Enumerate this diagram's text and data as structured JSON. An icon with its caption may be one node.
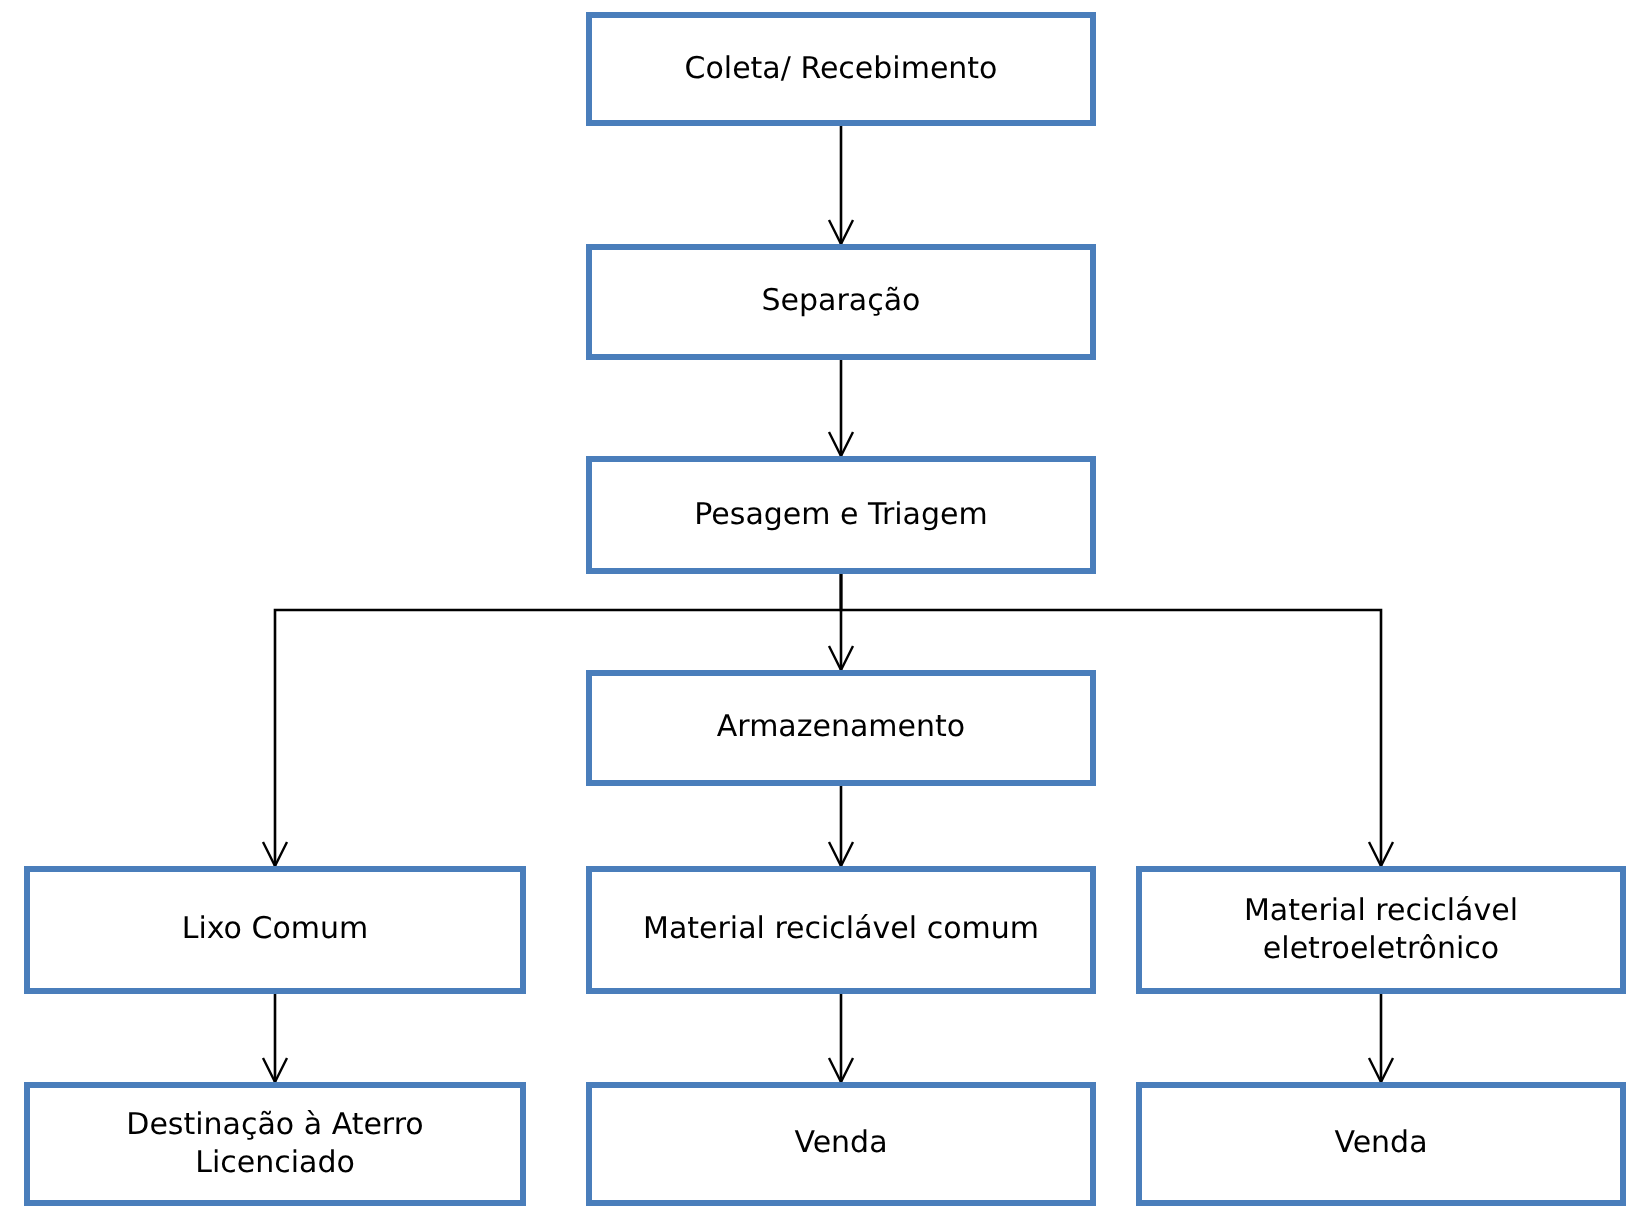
{
  "diagram": {
    "nodes": [
      {
        "text": [
          "Coleta/ Recebimento"
        ]
      },
      {
        "text": [
          "Separação"
        ]
      },
      {
        "text": [
          "Pesagem e Triagem"
        ]
      },
      {
        "text": [
          "Armazenamento"
        ]
      },
      {
        "text": [
          "Lixo Comum"
        ]
      },
      {
        "text": [
          "Material reciclável comum"
        ]
      },
      {
        "text": [
          "Material reciclável eletroeletrônico"
        ]
      },
      {
        "text": [
          "Destinação à Aterro Licenciado"
        ]
      },
      {
        "text": [
          "Venda"
        ]
      },
      {
        "text": [
          "Venda"
        ]
      }
    ],
    "edges": [
      {
        "from": 0,
        "to": 1,
        "arrow": "to"
      },
      {
        "from": 1,
        "to": 2,
        "arrow": "to"
      },
      {
        "from": 2,
        "to": 3,
        "arrow": "to"
      },
      {
        "from": 2,
        "to": 4,
        "arrow": "to"
      },
      {
        "from": 2,
        "to": 6,
        "arrow": "to"
      },
      {
        "from": 3,
        "to": 5,
        "arrow": "to"
      },
      {
        "from": 4,
        "to": 7,
        "arrow": "to"
      },
      {
        "from": 5,
        "to": 8,
        "arrow": "to"
      },
      {
        "from": 6,
        "to": 9,
        "arrow": "to"
      }
    ]
  }
}
